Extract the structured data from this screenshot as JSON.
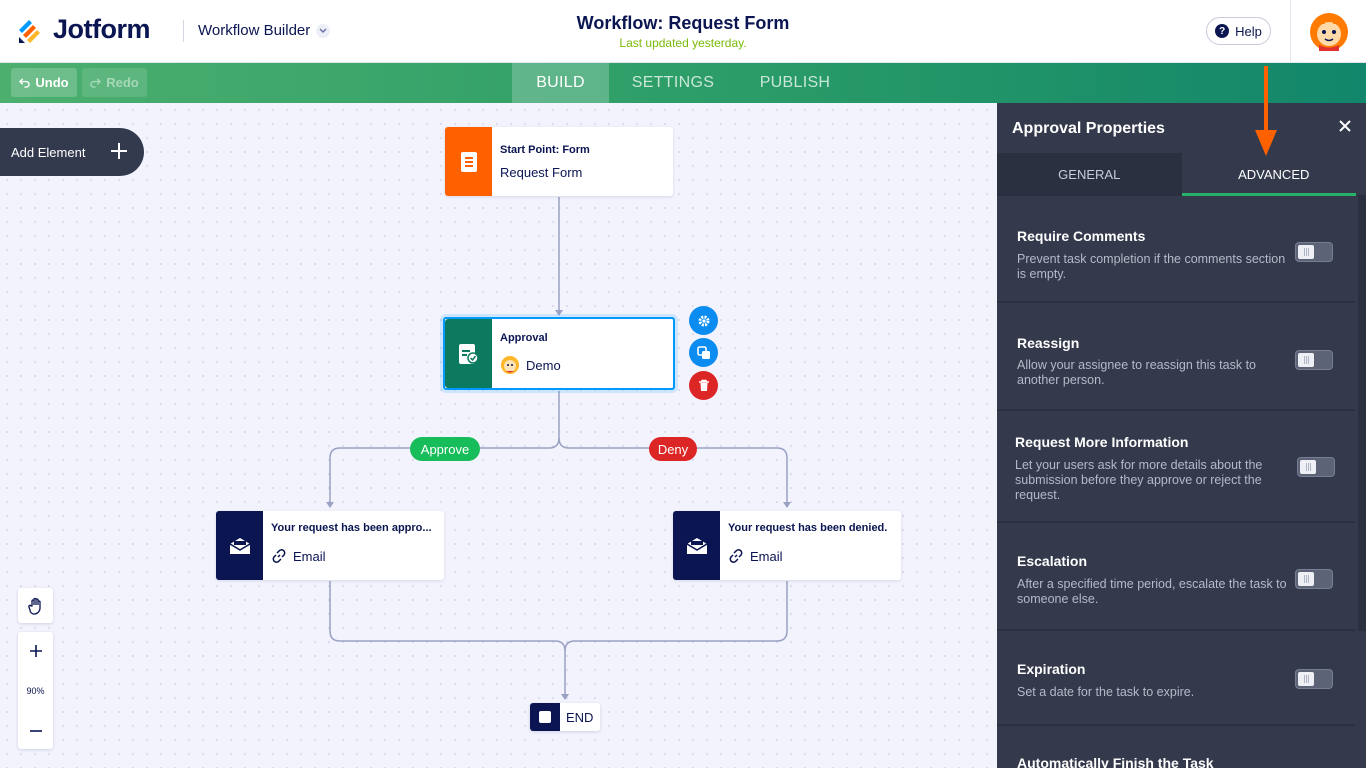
{
  "header": {
    "brand": "Jotform",
    "builder_name": "Workflow Builder",
    "title": "Workflow: Request Form",
    "subtitle": "Last updated yesterday.",
    "help_label": "Help"
  },
  "toolbar": {
    "undo_label": "Undo",
    "redo_label": "Redo",
    "tabs": [
      {
        "label": "BUILD",
        "active": true
      },
      {
        "label": "SETTINGS",
        "active": false
      },
      {
        "label": "PUBLISH",
        "active": false
      }
    ]
  },
  "canvas": {
    "add_element_label": "Add Element",
    "zoom_level": "90%",
    "nodes": {
      "start": {
        "title": "Start Point: Form",
        "subtitle": "Request Form",
        "icon": "form-icon",
        "color": "#ff6100"
      },
      "approval": {
        "title": "Approval",
        "subtitle": "Demo",
        "icon": "approval-icon",
        "color": "#0b7a5f"
      },
      "approve_email": {
        "title": "Your request has been appro...",
        "subtitle": "Email",
        "icon": "email-icon",
        "color": "#0a1551"
      },
      "deny_email": {
        "title": "Your request has been denied.",
        "subtitle": "Email",
        "icon": "email-icon",
        "color": "#0a1551"
      },
      "end": {
        "label": "END"
      }
    },
    "branches": {
      "approve_label": "Approve",
      "deny_label": "Deny",
      "approve_color": "#18bd5b",
      "deny_color": "#dc2626"
    }
  },
  "panel": {
    "title": "Approval Properties",
    "tabs": [
      {
        "label": "GENERAL",
        "active": false
      },
      {
        "label": "ADVANCED",
        "active": true
      }
    ],
    "settings": [
      {
        "title": "Require Comments",
        "description": "Prevent task completion if the comments section is empty.",
        "enabled": false
      },
      {
        "title": "Reassign",
        "description": "Allow your assignee to reassign this task to another person.",
        "enabled": false
      },
      {
        "title": "Request More Information",
        "description": "Let your users ask for more details about the submission before they approve or reject the request.",
        "enabled": false
      },
      {
        "title": "Escalation",
        "description": "After a specified time period, escalate the task to someone else.",
        "enabled": false
      },
      {
        "title": "Expiration",
        "description": "Set a date for the task to expire.",
        "enabled": false
      },
      {
        "title": "Automatically Finish the Task",
        "description": "",
        "enabled": false
      }
    ]
  },
  "colors": {
    "accent_green": "#27b267",
    "arrow_annotation": "#ff6100",
    "panel_bg": "#343a4c"
  }
}
